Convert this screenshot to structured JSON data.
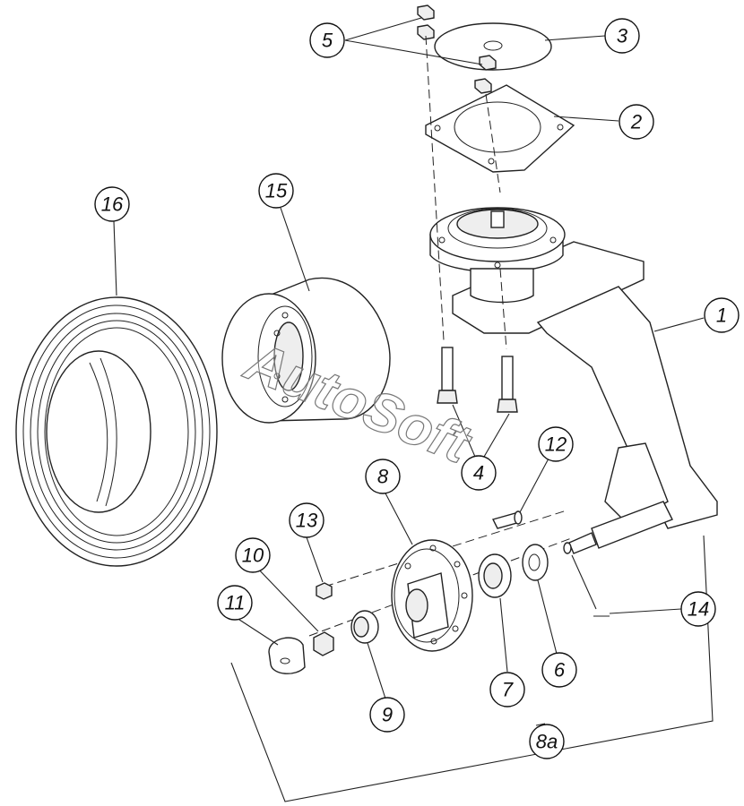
{
  "watermark": "AutoSoft",
  "callouts": [
    {
      "label": "1"
    },
    {
      "label": "2"
    },
    {
      "label": "3"
    },
    {
      "label": "4"
    },
    {
      "label": "5"
    },
    {
      "label": "6"
    },
    {
      "label": "7"
    },
    {
      "label": "8"
    },
    {
      "label": "8a"
    },
    {
      "label": "9"
    },
    {
      "label": "10"
    },
    {
      "label": "11"
    },
    {
      "label": "12"
    },
    {
      "label": "13"
    },
    {
      "label": "14"
    },
    {
      "label": "15"
    },
    {
      "label": "16"
    }
  ]
}
